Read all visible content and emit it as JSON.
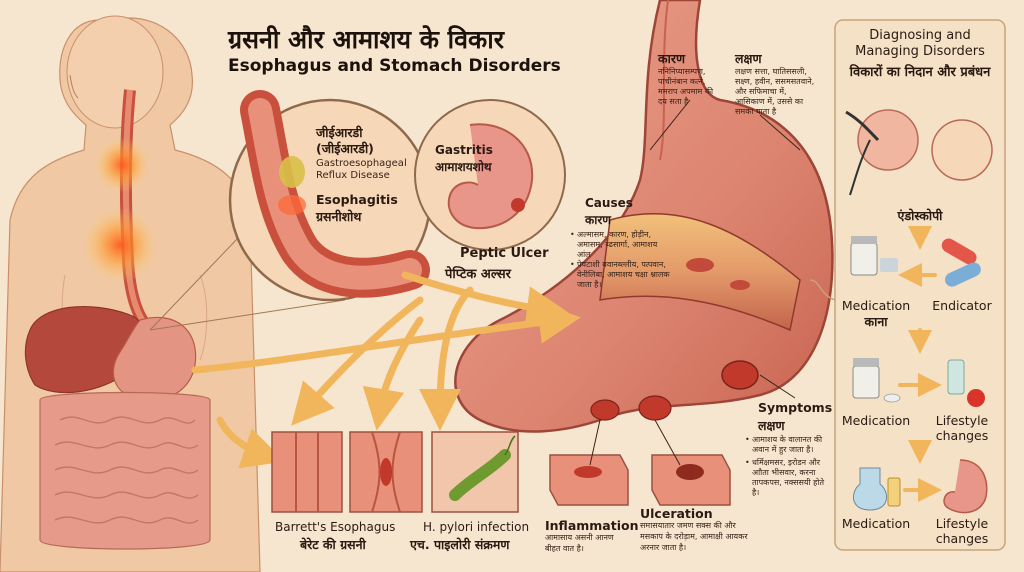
{
  "title": {
    "hindi": "ग्रसनी और आमाशय के विकार",
    "english": "Esophagus and Stomach Disorders"
  },
  "callout_gerd": {
    "hindi_abbr": "जीईआरडी",
    "hindi_abbr_paren": "(जीईआरडी)",
    "english_line1": "Gastroesophageal",
    "english_line2": "Reflux Disease",
    "esophagitis_en": "Esophagitis",
    "esophagitis_hi": "ग्रसनीशोथ"
  },
  "gastritis": {
    "en": "Gastritis",
    "hi": "आमाशयशोथ"
  },
  "peptic_ulcer": {
    "en": "Peptic Ulcer",
    "hi": "पेप्टिक अल्सर"
  },
  "karan": {
    "heading": "कारण",
    "lines": [
      "ननिनिप्यासम्पण,",
      "पाचीनंबान कत्ने,",
      "ममराप अपमाम की",
      "दय सता है"
    ]
  },
  "lakshan_top": {
    "heading": "लक्षण",
    "lines": [
      "लक्षण सत्ता, घातिससली,",
      "सक्ष्ण, हवीन, ससमसतवाने,",
      "और सफिमाचा में,",
      "आसिकाण में, उससे का",
      "समका याता है"
    ]
  },
  "causes": {
    "en": "Causes",
    "hi": "कारण",
    "items": [
      "अल्मासम, कारण, होड़ीन, अमासम, ब्ढसार्गा, आमाशय आंल",
      "पेपटाशी बवानब्ल्लीय, पत्पवान, वेनीलिबा, आमाशय चक्षा श्नालक जाता है।"
    ]
  },
  "symptoms": {
    "en": "Symptoms",
    "hi": "लक्षण",
    "items": [
      "आमाशय के वालानत की अवान में हुर जाता है।",
      "धर्मिक्षमसर, इरोडन और आौता भीसवार, करना तापकपस, नक्ससयी होते है।"
    ]
  },
  "inflammation": {
    "en": "Inflammation",
    "hi_line1": "आमासाय असनी आनण",
    "hi_line2": "बीहत वात है।"
  },
  "ulceration": {
    "en": "Ulceration",
    "hi_line1": "समासयातार जमण सक्स की और",
    "hi_line2": "मसकाप के दरोड़ाम, आमाक्षी आयकर",
    "hi_line3": "अरनार जाता है।"
  },
  "barretts": {
    "en": "Barrett's Esophagus",
    "hi": "बेरेट की ग्रसनी"
  },
  "hpylori": {
    "en": "H. pylori infection",
    "hi": "एच. पाइलोरी संक्रमण"
  },
  "panel": {
    "title_line1": "Diagnosing and",
    "title_line2": "Managing Disorders",
    "title_hi": "विकारों का निदान और प्रबंधन",
    "endoscopy": "एंडोस्कोपी",
    "medication1_en": "Medication",
    "medication1_hi": "काना",
    "endicator": "Endicator",
    "medication2": "Medication",
    "lifestyle1_line1": "Lifestyle",
    "lifestyle1_line2": "changes",
    "medication3": "Medication",
    "lifestyle2_line1": "Lifestyle",
    "lifestyle2_line2": "changes"
  },
  "colors": {
    "background": "#f7e6cf",
    "skin": "#f0c8a4",
    "stomach": "#e49482",
    "stomach_dark": "#c2614f",
    "arrow": "#f1b65c",
    "panel": "#f4e1c6"
  },
  "icons": [
    "body-icon",
    "stomach-icon",
    "endoscope-icon",
    "pill-bottle-icon",
    "capsule-icon",
    "apple-icon",
    "glass-icon",
    "bacteria-icon"
  ]
}
